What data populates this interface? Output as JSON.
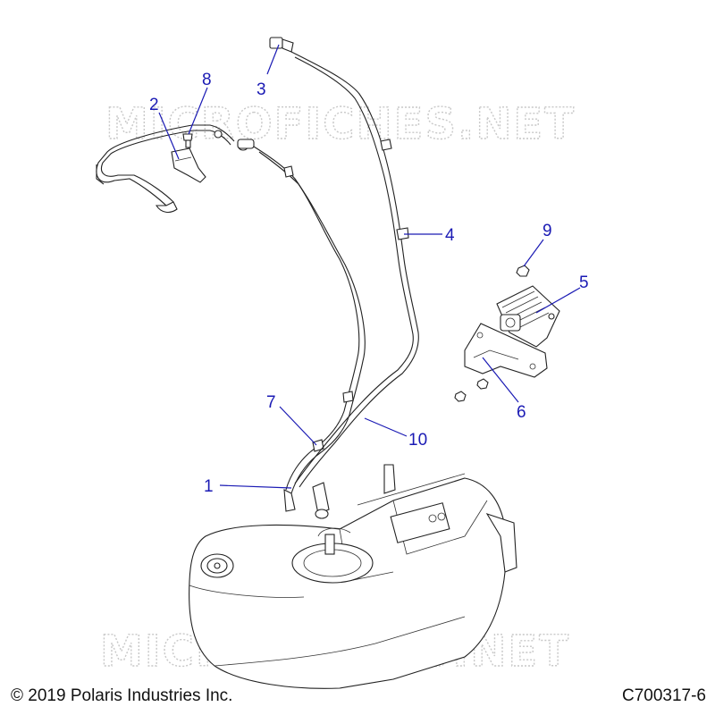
{
  "watermark": "MICROFICHES.NET",
  "footer": {
    "copyright": "© 2019 Polaris Industries Inc.",
    "diagram_id": "C700317-6"
  },
  "callouts": {
    "c1": "1",
    "c2": "2",
    "c3": "3",
    "c4": "4",
    "c5": "5",
    "c6": "6",
    "c7": "7",
    "c8": "8",
    "c9": "9",
    "c10": "10"
  },
  "colors": {
    "callout": "#1a1ab4",
    "linework": "#222222",
    "watermark": "#c8c8c8"
  }
}
